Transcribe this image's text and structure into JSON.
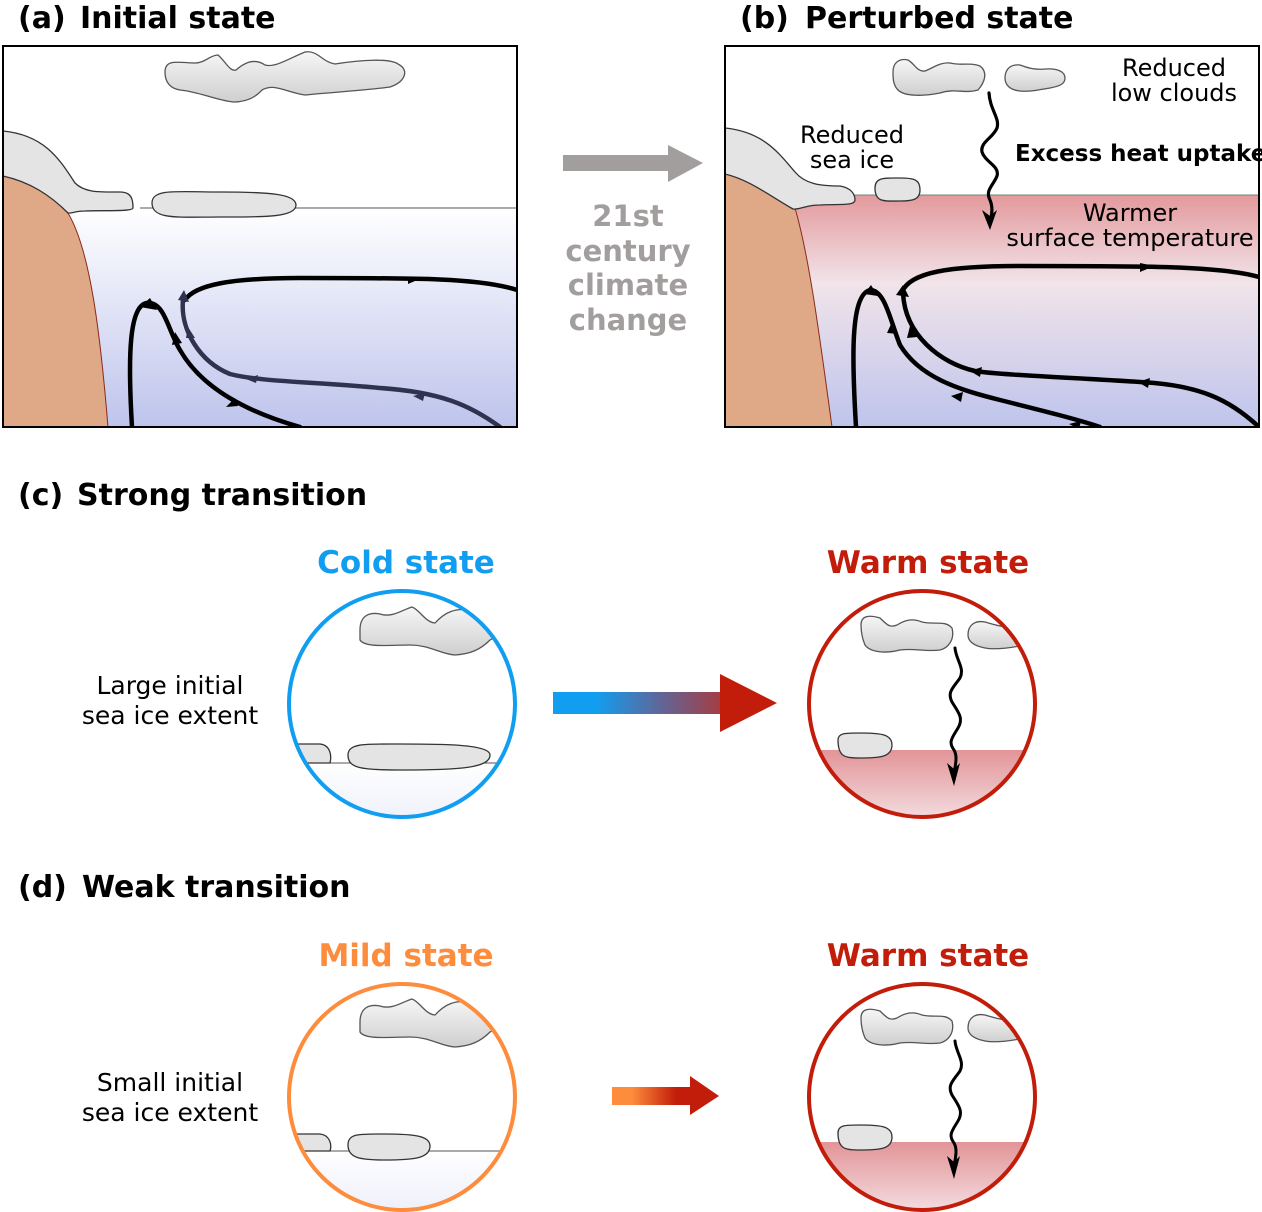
{
  "panels": {
    "a": {
      "label": "(a)",
      "title": "Initial state"
    },
    "b": {
      "label": "(b)",
      "title": "Perturbed state",
      "annotations": {
        "reduced_low_clouds_1": "Reduced",
        "reduced_low_clouds_2": "low clouds",
        "reduced_sea_ice_1": "Reduced",
        "reduced_sea_ice_2": "sea ice",
        "excess_heat_uptake": "Excess heat uptake",
        "warmer_surface_1": "Warmer",
        "warmer_surface_2": "surface temperature"
      }
    },
    "c": {
      "label": "(c)",
      "title": "Strong transition",
      "side_label_1": "Large initial",
      "side_label_2": "sea ice extent",
      "from_state": "Cold state",
      "to_state": "Warm state"
    },
    "d": {
      "label": "(d)",
      "title": "Weak transition",
      "side_label_1": "Small initial",
      "side_label_2": "sea ice extent",
      "from_state": "Mild state",
      "to_state": "Warm state"
    }
  },
  "transition_arrow": {
    "line1": "21st",
    "line2": "century",
    "line3": "climate",
    "line4": "change"
  },
  "colors": {
    "cold": "#119ef0",
    "mild": "#fd8c3c",
    "warm": "#c21d0a",
    "arrow_gray": "#a39e9e",
    "land": "#dfa886",
    "ocean_deep": "#bfc5ec",
    "ocean_warm": "#e49b9e",
    "ice": "#e4e4e4"
  }
}
